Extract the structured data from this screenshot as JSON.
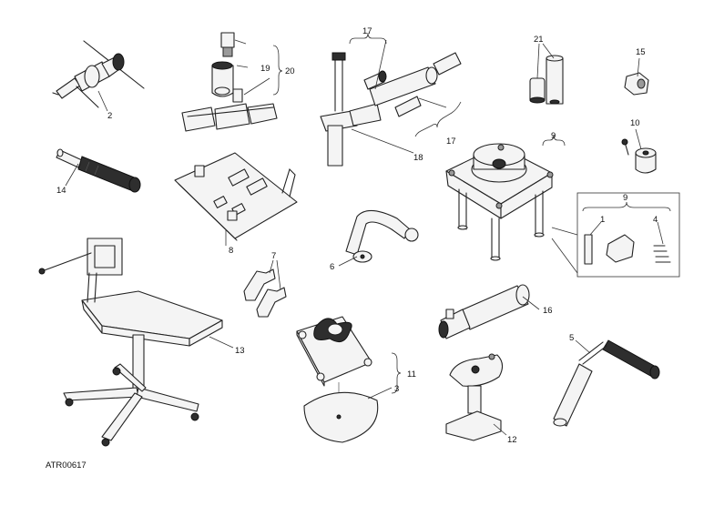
{
  "drawing_code": "ATR00617",
  "callouts": {
    "c1": "1",
    "c2": "2",
    "c3": "3",
    "c4": "4",
    "c5": "5",
    "c6": "6",
    "c7": "7",
    "c8": "8",
    "c9": "9",
    "c10": "10",
    "c11": "11",
    "c12": "12",
    "c13": "13",
    "c14": "14",
    "c15": "15",
    "c16": "16",
    "c17": "17",
    "c18": "18",
    "c19": "19",
    "c20": "20",
    "c21": "21"
  }
}
